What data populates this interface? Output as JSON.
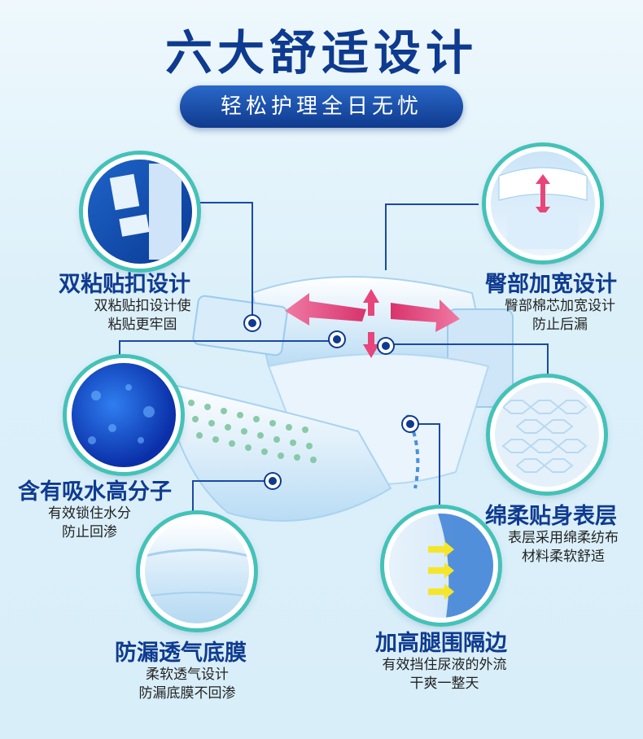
{
  "header": {
    "title": "六大舒适设计",
    "subtitle": "轻松护理全日无忧"
  },
  "features": [
    {
      "id": "fastener",
      "title": "双粘贴扣设计",
      "desc": [
        "双粘贴扣设计使",
        "粘贴更牢固"
      ]
    },
    {
      "id": "waist",
      "title": "臀部加宽设计",
      "desc": [
        "臀部棉芯加宽设计",
        "防止后漏"
      ]
    },
    {
      "id": "polymer",
      "title": "含有吸水高分子",
      "desc": [
        "有效锁住水分",
        "防止回渗"
      ]
    },
    {
      "id": "topsheet",
      "title": "绵柔贴身表层",
      "desc": [
        "表层采用绵柔纺布",
        "材料柔软舒适"
      ]
    },
    {
      "id": "backsheet",
      "title": "防漏透气底膜",
      "desc": [
        "柔软透气设计",
        "防漏底膜不回渗"
      ]
    },
    {
      "id": "leg-cuffs",
      "title": "加高腿围隔边",
      "desc": [
        "有效挡住尿液的外流",
        "干爽一整天"
      ]
    }
  ],
  "colors": {
    "navy": "#0e3a8f",
    "teal-ring": "#44c2b8",
    "arrow-pink": "#e8457a",
    "background": "#dcf0fa"
  }
}
